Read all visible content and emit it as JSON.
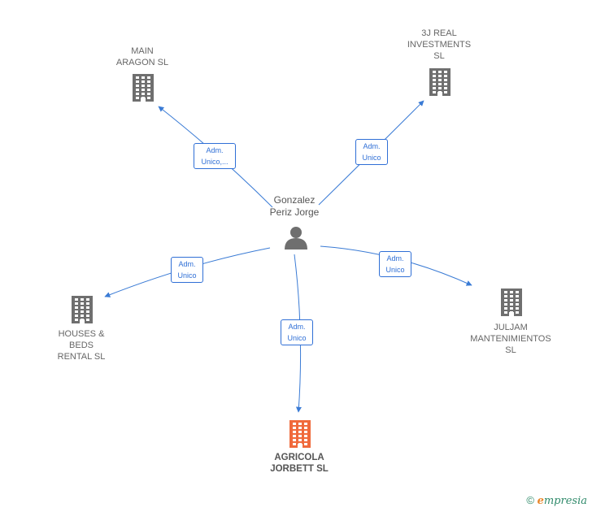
{
  "colors": {
    "edge": "#3a7bd5",
    "building": "#6f6f6f",
    "building_focus": "#f06a3c",
    "person": "#6f6f6f",
    "footer_text": "#2f8a6a",
    "footer_accent": "#e8862a"
  },
  "person": {
    "name": "Gonzalez\nPeriz Jorge",
    "icon": "person-icon"
  },
  "companies": [
    {
      "id": "main-aragon",
      "name": "MAIN\nARAGON  SL",
      "icon": "building-icon",
      "focus": false
    },
    {
      "id": "3j-real",
      "name": "3J REAL\nINVESTMENTS\nSL",
      "icon": "building-icon",
      "focus": false
    },
    {
      "id": "houses-beds",
      "name": "HOUSES &\nBEDS\nRENTAL  SL",
      "icon": "building-icon",
      "focus": false
    },
    {
      "id": "juljam",
      "name": "JULJAM\nMANTENIMIENTOS\nSL",
      "icon": "building-icon",
      "focus": false
    },
    {
      "id": "agricola",
      "name": "AGRICOLA\nJORBETT  SL",
      "icon": "building-icon",
      "focus": true
    }
  ],
  "edges": [
    {
      "to": "main-aragon",
      "label": "Adm.\nUnico,..."
    },
    {
      "to": "3j-real",
      "label": "Adm.\nUnico"
    },
    {
      "to": "houses-beds",
      "label": "Adm.\nUnico"
    },
    {
      "to": "juljam",
      "label": "Adm.\nUnico"
    },
    {
      "to": "agricola",
      "label": "Adm.\nUnico"
    }
  ],
  "footer": {
    "copyright": "©",
    "brand_initial": "e",
    "brand_rest": "mpresia"
  }
}
